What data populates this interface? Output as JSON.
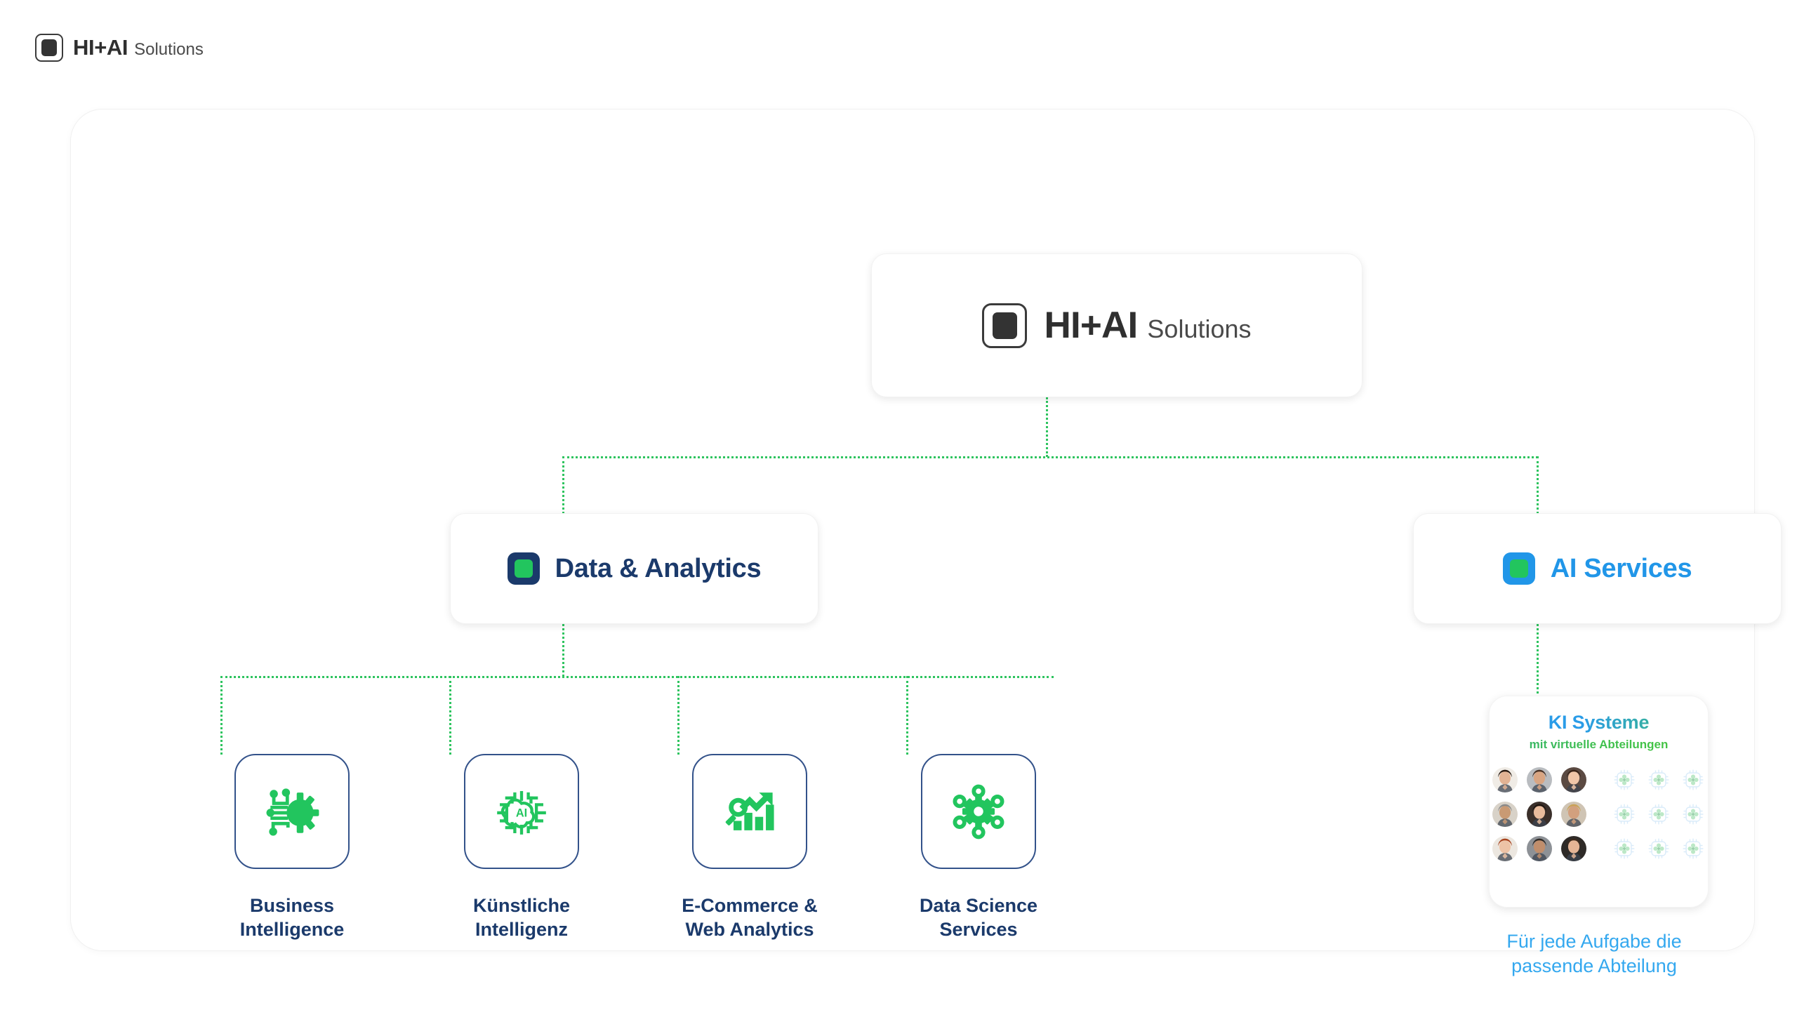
{
  "brand": {
    "logo_icon": "square-logo-icon",
    "name": "HI+AI",
    "suffix": "Solutions"
  },
  "diagram": {
    "root": {
      "logo_icon": "square-logo-icon",
      "name": "HI+AI",
      "suffix": "Solutions"
    },
    "branches": [
      {
        "id": "data-analytics",
        "label": "Data & Analytics",
        "icon": "green-square-icon",
        "color": "#1b3a6b",
        "icon_bg": "#1b3a6b",
        "icon_fg": "#22c55e"
      },
      {
        "id": "ai-services",
        "label": "AI Services",
        "icon": "green-square-icon",
        "color": "#2196e8",
        "icon_bg": "#2196e8",
        "icon_fg": "#22c55e"
      }
    ],
    "leaves": [
      {
        "id": "business-intelligence",
        "icon": "gear-circuit-icon",
        "label": "Business\nIntelligence"
      },
      {
        "id": "kuenstliche-intelligenz",
        "icon": "ai-brain-chip-icon",
        "label": "Künstliche\nIntelligenz"
      },
      {
        "id": "ecommerce-web-analytics",
        "icon": "magnifier-bar-chart-growth-icon",
        "label": "E-Commerce &\nWeb Analytics"
      },
      {
        "id": "data-science-services",
        "icon": "gear-network-nodes-icon",
        "label": "Data Science\nServices"
      }
    ],
    "ki_panel": {
      "title": "KI Systeme",
      "subtitle": "mit virtuelle Abteilungen",
      "avatar_count": 9,
      "chip_count": 9,
      "chip_icon": "ai-chip-icon",
      "caption": "Für jede Aufgabe die\npassende Abteilung"
    }
  },
  "colors": {
    "connector": "#2ec45f",
    "navy": "#1b3a6b",
    "blue": "#2196e8",
    "green": "#22c55e",
    "light_blue": "#34a8ef",
    "dark": "#2f2f2f"
  }
}
